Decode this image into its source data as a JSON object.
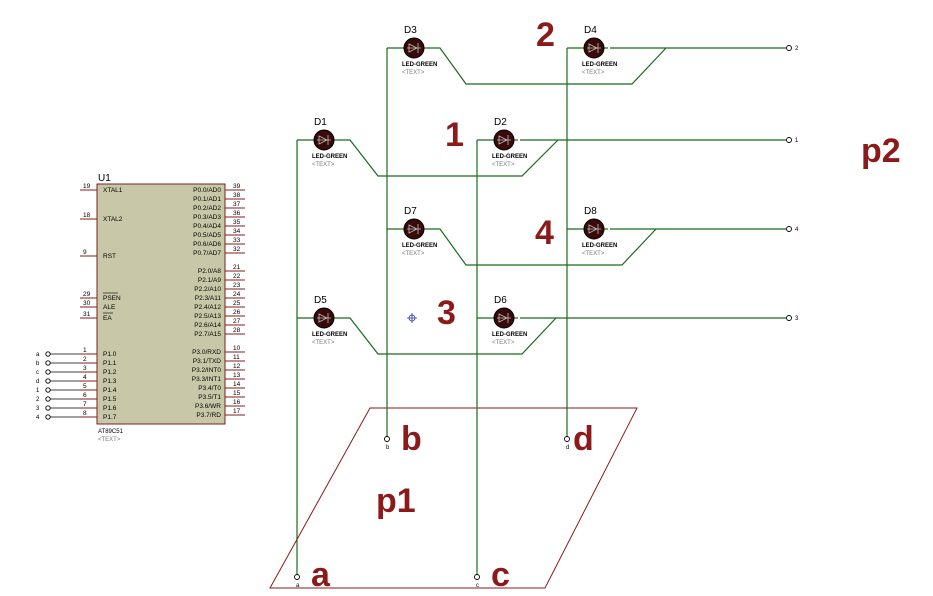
{
  "mcu": {
    "ref": "U1",
    "part": "AT89C51",
    "text": "<TEXT>",
    "left_pins": [
      {
        "num": "19",
        "label": "XTAL1"
      },
      {
        "num": "18",
        "label": "XTAL2"
      },
      {
        "num": "9",
        "label": "RST"
      },
      {
        "num": "29",
        "label": "PSEN"
      },
      {
        "num": "30",
        "label": "ALE"
      },
      {
        "num": "31",
        "label": "EA"
      },
      {
        "num": "1",
        "label": "P1.0"
      },
      {
        "num": "2",
        "label": "P1.1"
      },
      {
        "num": "3",
        "label": "P1.2"
      },
      {
        "num": "4",
        "label": "P1.3"
      },
      {
        "num": "5",
        "label": "P1.4"
      },
      {
        "num": "6",
        "label": "P1.5"
      },
      {
        "num": "7",
        "label": "P1.6"
      },
      {
        "num": "8",
        "label": "P1.7"
      }
    ],
    "right_pins": [
      {
        "num": "39",
        "label": "P0.0/AD0"
      },
      {
        "num": "38",
        "label": "P0.1/AD1"
      },
      {
        "num": "37",
        "label": "P0.2/AD2"
      },
      {
        "num": "36",
        "label": "P0.3/AD3"
      },
      {
        "num": "35",
        "label": "P0.4/AD4"
      },
      {
        "num": "34",
        "label": "P0.5/AD5"
      },
      {
        "num": "33",
        "label": "P0.6/AD6"
      },
      {
        "num": "32",
        "label": "P0.7/AD7"
      },
      {
        "num": "21",
        "label": "P2.0/A8"
      },
      {
        "num": "22",
        "label": "P2.1/A9"
      },
      {
        "num": "23",
        "label": "P2.2/A10"
      },
      {
        "num": "24",
        "label": "P2.3/A11"
      },
      {
        "num": "25",
        "label": "P2.4/A12"
      },
      {
        "num": "26",
        "label": "P2.5/A13"
      },
      {
        "num": "27",
        "label": "P2.6/A14"
      },
      {
        "num": "28",
        "label": "P2.7/A15"
      },
      {
        "num": "10",
        "label": "P3.0/RXD"
      },
      {
        "num": "11",
        "label": "P3.1/TXD"
      },
      {
        "num": "12",
        "label": "P3.2/INT0"
      },
      {
        "num": "13",
        "label": "P3.3/INT1"
      },
      {
        "num": "14",
        "label": "P3.4/T0"
      },
      {
        "num": "15",
        "label": "P3.5/T1"
      },
      {
        "num": "16",
        "label": "P3.6/WR"
      },
      {
        "num": "17",
        "label": "P3.7/RD"
      }
    ],
    "p1_terminals": [
      "a",
      "b",
      "c",
      "d",
      "1",
      "2",
      "3",
      "4"
    ]
  },
  "leds": [
    {
      "ref": "D1",
      "type": "LED-GREEN",
      "text": "<TEXT>"
    },
    {
      "ref": "D2",
      "type": "LED-GREEN",
      "text": "<TEXT>"
    },
    {
      "ref": "D3",
      "type": "LED-GREEN",
      "text": "<TEXT>"
    },
    {
      "ref": "D4",
      "type": "LED-GREEN",
      "text": "<TEXT>"
    },
    {
      "ref": "D5",
      "type": "LED-GREEN",
      "text": "<TEXT>"
    },
    {
      "ref": "D6",
      "type": "LED-GREEN",
      "text": "<TEXT>"
    },
    {
      "ref": "D7",
      "type": "LED-GREEN",
      "text": "<TEXT>"
    },
    {
      "ref": "D8",
      "type": "LED-GREEN",
      "text": "<TEXT>"
    }
  ],
  "row_terminals": [
    "2",
    "1",
    "4",
    "3"
  ],
  "bottom_terminals": [
    "a",
    "b",
    "c",
    "d"
  ],
  "annotations": {
    "n1": "1",
    "n2": "2",
    "n3": "3",
    "n4": "4",
    "la": "a",
    "lb": "b",
    "lc": "c",
    "ld": "d",
    "p1": "p1",
    "p2": "p2"
  },
  "colors": {
    "wire": "#1a6b1a",
    "annotation": "#8b1a1a",
    "chip_fill": "#c8c8a8",
    "led_body": "#3a0a0a"
  }
}
